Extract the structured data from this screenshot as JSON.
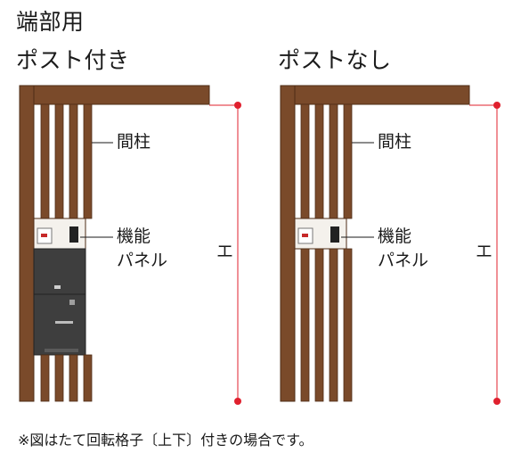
{
  "left": {
    "heading_line1": "端部用",
    "heading_line2": "ポスト付き",
    "label_pillar": "間柱",
    "label_panel_line1": "機能",
    "label_panel_line2": "パネル",
    "dimension": "エ"
  },
  "right": {
    "heading": "ポストなし",
    "label_pillar": "間柱",
    "label_panel_line1": "機能",
    "label_panel_line2": "パネル",
    "dimension": "エ"
  },
  "footnote": "※図はたて回転格子〔上下〕付きの場合です。",
  "colors": {
    "wood": "#7a4a2a",
    "wood_dark": "#4e2c16",
    "post_box": "#3e3e3e",
    "dimension_line": "#e0202e"
  }
}
